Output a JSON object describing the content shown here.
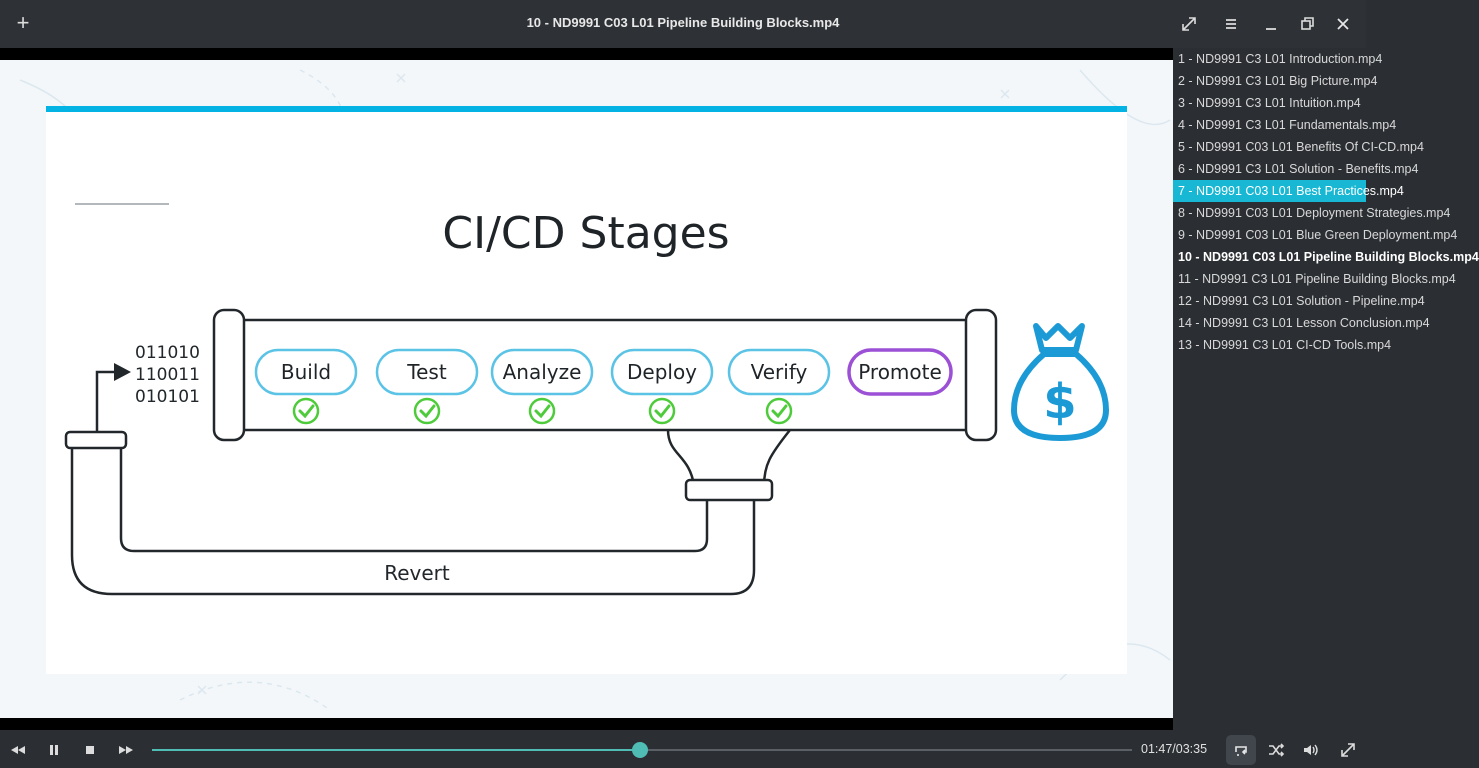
{
  "window": {
    "title": "10 - ND9991 C03 L01 Pipeline Building Blocks.mp4"
  },
  "slide": {
    "title": "CI/CD Stages",
    "binary_lines": [
      "011010",
      "110011",
      "010101"
    ],
    "stages": [
      {
        "label": "Build",
        "checked": true
      },
      {
        "label": "Test",
        "checked": true
      },
      {
        "label": "Analyze",
        "checked": true
      },
      {
        "label": "Deploy",
        "checked": true
      },
      {
        "label": "Verify",
        "checked": true
      },
      {
        "label": "Promote",
        "checked": false
      }
    ],
    "revert_label": "Revert",
    "money_symbol": "$",
    "colors": {
      "accent_bar": "#02b3e4",
      "stage_border": "#5bc3e6",
      "promote_border": "#9b50d6",
      "check": "#4ecb3a",
      "bag": "#1c9ad6"
    }
  },
  "playlist": {
    "items": [
      "1 - ND9991 C3 L01 Introduction.mp4",
      "2 - ND9991 C3 L01 Big Picture.mp4",
      "3 - ND9991 C3 L01 Intuition.mp4",
      "4 - ND9991 C3 L01 Fundamentals.mp4",
      "5 - ND9991 C03 L01 Benefits Of CI-CD.mp4",
      "6 - ND9991 C3 L01 Solution - Benefits.mp4",
      "7 - ND9991 C03 L01 Best Practices.mp4",
      "8 - ND9991 C03 L01 Deployment Strategies.mp4",
      "9 - ND9991 C03 L01 Blue Green Deployment.mp4",
      "10 - ND9991 C03 L01 Pipeline Building Blocks.mp4",
      "11 - ND9991 C3 L01 Pipeline Building Blocks.mp4",
      "12 - ND9991 C3 L01 Solution - Pipeline.mp4",
      "14 - ND9991 C3 L01 Lesson Conclusion.mp4",
      "13 - ND9991 C3 L01 CI-CD Tools.mp4"
    ],
    "selected_index": 6,
    "current_index": 9
  },
  "player": {
    "time_display": "01:47/03:35",
    "progress": 0.4977,
    "accent_color": "#4fbdb3"
  },
  "icons": {
    "titlebar": [
      "add-icon",
      "fullscreen-icon",
      "menu-icon",
      "minimize-icon",
      "restore-icon",
      "close-icon"
    ],
    "controls": [
      "rewind-icon",
      "pause-icon",
      "stop-icon",
      "fast-forward-icon",
      "repeat-icon",
      "shuffle-icon",
      "volume-icon",
      "fullscreen-icon"
    ]
  }
}
